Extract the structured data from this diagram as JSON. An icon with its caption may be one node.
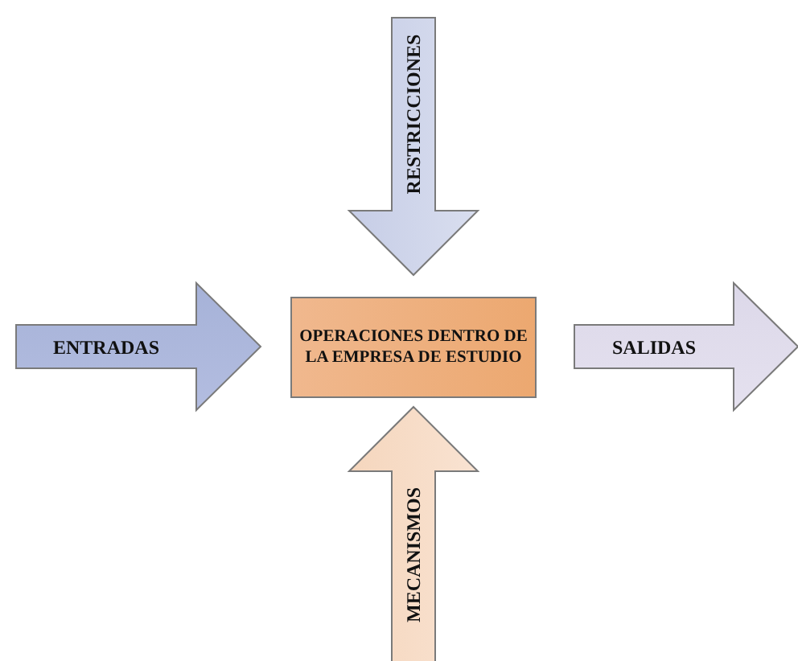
{
  "diagram": {
    "nodes": [
      {
        "text": [
          "RESTRICCIONES"
        ]
      },
      {
        "text": [
          "ENTRADAS"
        ]
      },
      {
        "text": [
          "OPERACIONES DENTRO DE LA EMPRESA DE ESTUDIO"
        ]
      },
      {
        "text": [
          "SALIDAS"
        ]
      },
      {
        "text": [
          "MECANISMOS"
        ]
      }
    ]
  }
}
